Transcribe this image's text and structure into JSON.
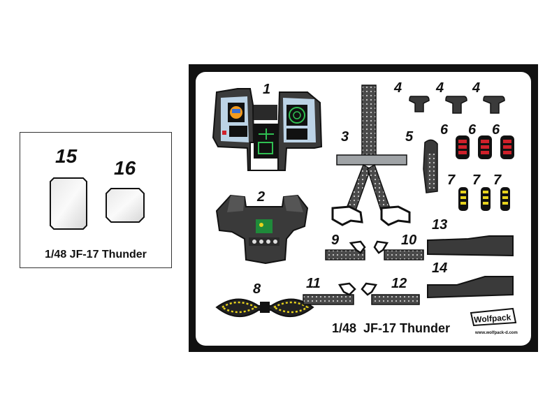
{
  "film_sheet": {
    "part_labels": [
      "15",
      "16"
    ],
    "caption": "1/48  JF-17 Thunder"
  },
  "etched_fret": {
    "part_labels": {
      "instrument_panel": "1",
      "side_console": "2",
      "seat_harness": "3",
      "handle_a": "4",
      "handle_b": "4",
      "handle_c": "4",
      "seat_pad": "5",
      "red_light_a": "6",
      "red_light_b": "6",
      "red_light_c": "6",
      "yellow_handle_a": "7",
      "yellow_handle_b": "7",
      "yellow_handle_c": "7",
      "ejection_handle": "8",
      "belt_9": "9",
      "belt_10": "10",
      "belt_11": "11",
      "belt_12": "12",
      "rail_13": "13",
      "rail_14": "14"
    },
    "caption": "1/48  JF-17 Thunder",
    "brand_logo": "Wolfpack",
    "brand_url": "www.wolfpack-d.com"
  },
  "colors": {
    "fret_frame": "#111111",
    "panel_gray": "#3a3a3a",
    "panel_light": "#9fa3a6",
    "screen_blue": "#bcd3e6",
    "screen_green": "#1f8a3a",
    "warning_red": "#d0202a",
    "handle_yellow": "#e7d21c"
  }
}
